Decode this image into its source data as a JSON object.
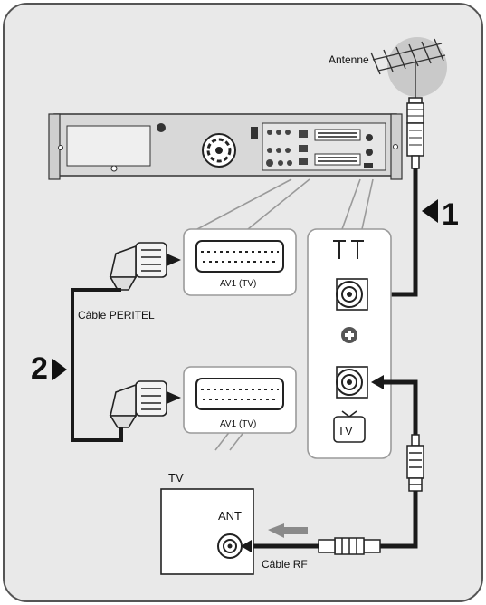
{
  "labels": {
    "antenna": "Antenne",
    "step1": "1",
    "step2": "2",
    "scart_top": "AV1 (TV)",
    "scart_bottom": "AV1 (TV)",
    "scart_cable": "Câble PERITEL",
    "tv_box": "TV",
    "tv_panel": "TV",
    "ant": "ANT",
    "rf_cable": "Câble RF"
  },
  "colors": {
    "frame_bg": "#e9e9e9",
    "frame_border": "#555555",
    "panel_border": "#9a9a9a",
    "cable": "#1a1a1a",
    "antenna_disc": "#c9c9c9"
  },
  "icons": {
    "antenna": "antenna-icon",
    "rf_in": "rf-in-icon",
    "rf_out": "tv-icon",
    "loop": "loop-through-icon"
  }
}
